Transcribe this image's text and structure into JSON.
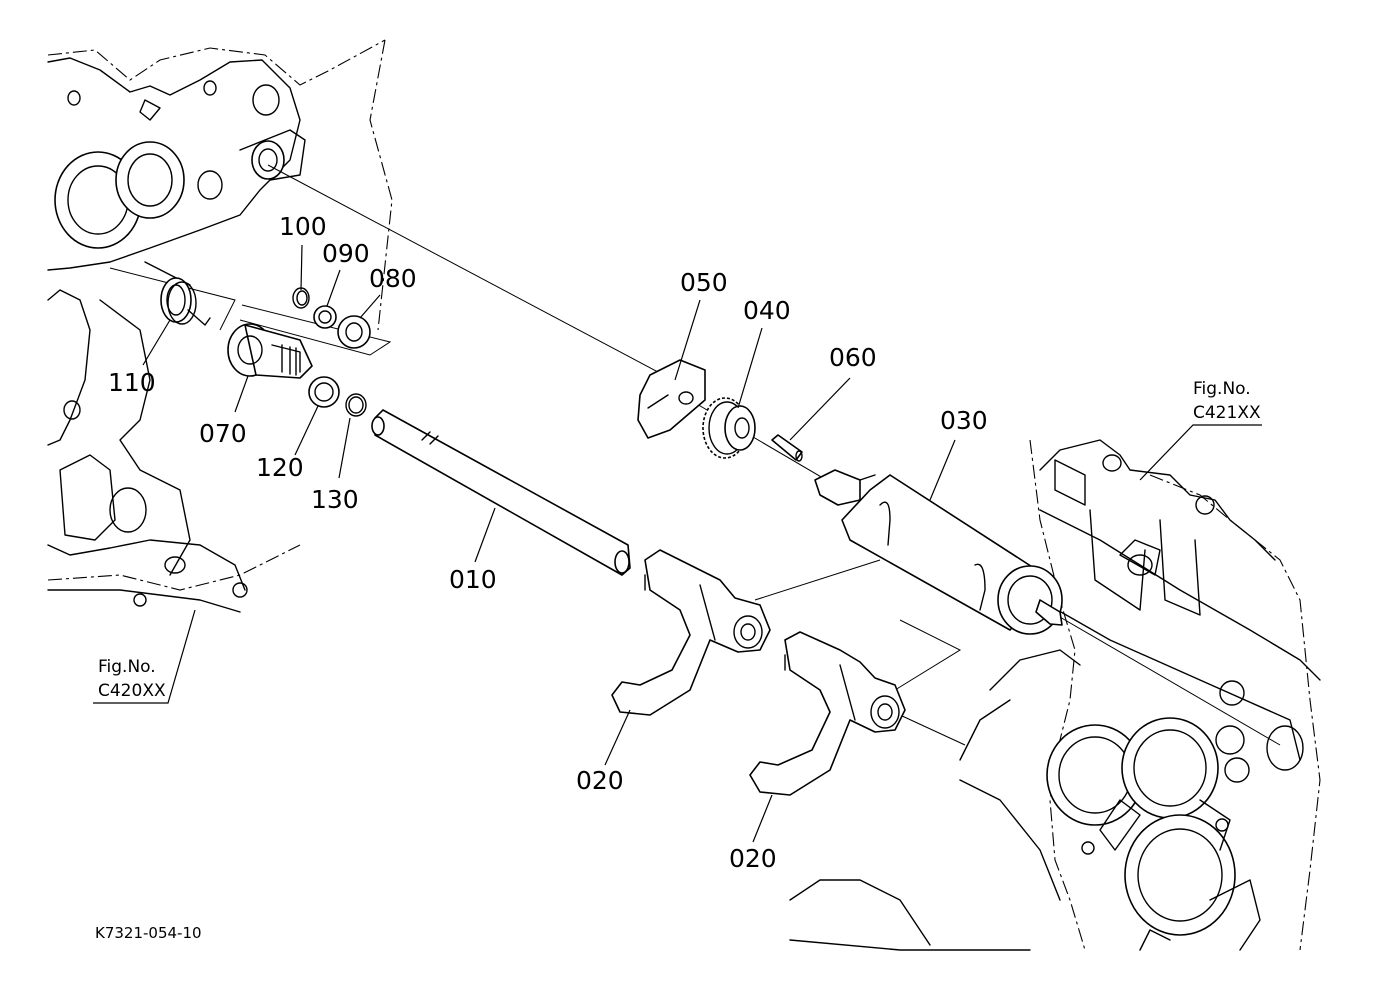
{
  "callouts": [
    {
      "id": "p100",
      "text": "100"
    },
    {
      "id": "p090",
      "text": "090"
    },
    {
      "id": "p080",
      "text": "080"
    },
    {
      "id": "p110",
      "text": "110"
    },
    {
      "id": "p070",
      "text": "070"
    },
    {
      "id": "p120",
      "text": "120"
    },
    {
      "id": "p130",
      "text": "130"
    },
    {
      "id": "p010",
      "text": "010"
    },
    {
      "id": "p050",
      "text": "050"
    },
    {
      "id": "p040",
      "text": "040"
    },
    {
      "id": "p060",
      "text": "060"
    },
    {
      "id": "p030",
      "text": "030"
    },
    {
      "id": "p020a",
      "text": "020"
    },
    {
      "id": "p020b",
      "text": "020"
    }
  ],
  "fig_refs": [
    {
      "line1": "Fig.No.",
      "line2": "C421XX"
    },
    {
      "line1": "Fig.No.",
      "line2": "C420XX"
    }
  ],
  "drawing_code": "K7321-054-10"
}
